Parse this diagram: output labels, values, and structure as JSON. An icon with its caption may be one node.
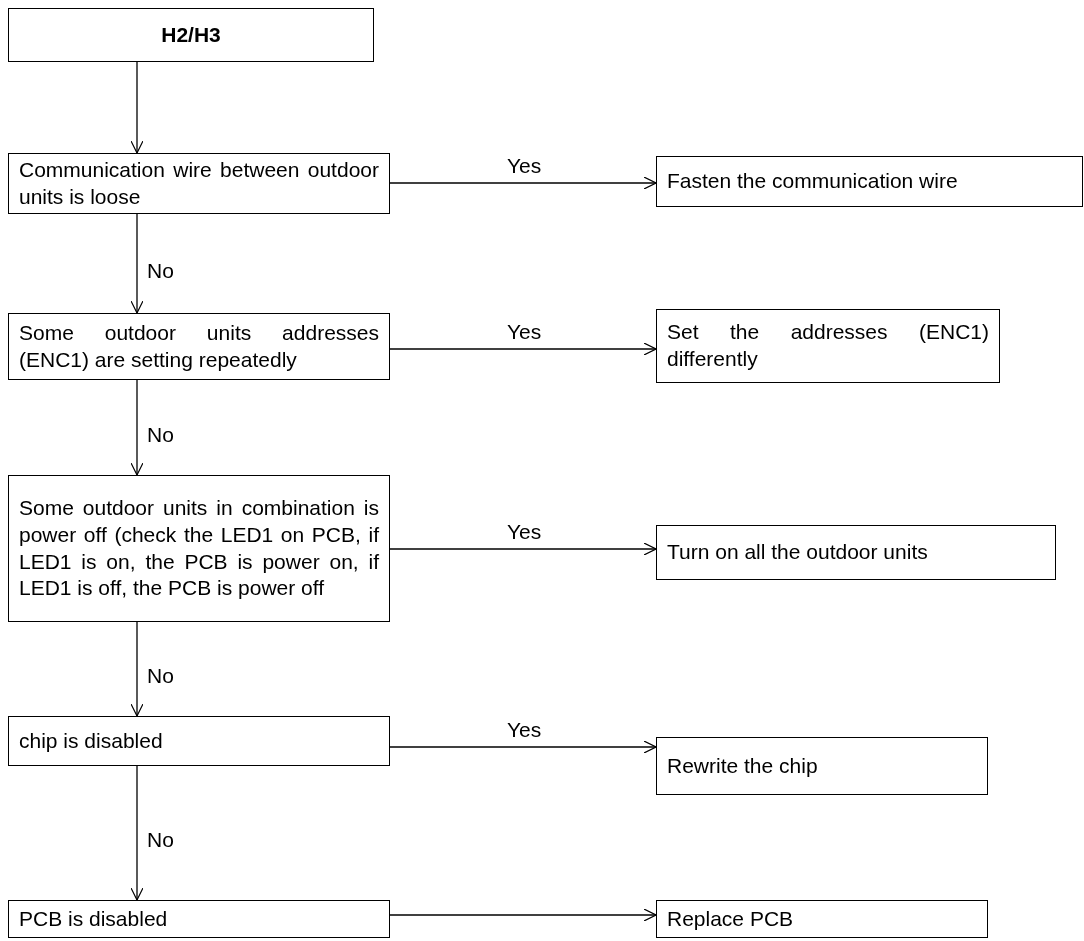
{
  "diagram": {
    "nodes": [
      {
        "text": [
          "H2/H3"
        ]
      },
      {
        "text": [
          "Communication wire between outdoor units is loose"
        ]
      },
      {
        "text": [
          "Fasten the communication wire"
        ]
      },
      {
        "text": [
          "Some outdoor units addresses (ENC1) are setting repeatedly"
        ]
      },
      {
        "text": [
          "Set the addresses (ENC1) differently"
        ]
      },
      {
        "text": [
          "Some outdoor units in combination is power off (check the LED1 on PCB, if LED1 is on, the PCB is power on, if LED1 is off, the PCB is power off"
        ]
      },
      {
        "text": [
          "Turn on all the outdoor units"
        ]
      },
      {
        "text": [
          "chip is disabled"
        ]
      },
      {
        "text": [
          "Rewrite the chip"
        ]
      },
      {
        "text": [
          "PCB is disabled"
        ]
      },
      {
        "text": [
          "Replace PCB"
        ]
      }
    ],
    "edges": [
      {
        "from": 0,
        "to": 1,
        "arrow": "to"
      },
      {
        "from": 1,
        "to": 2,
        "arrow": "to",
        "label": "Yes"
      },
      {
        "from": 1,
        "to": 3,
        "arrow": "to",
        "label": "No"
      },
      {
        "from": 3,
        "to": 4,
        "arrow": "to",
        "label": "Yes"
      },
      {
        "from": 3,
        "to": 5,
        "arrow": "to",
        "label": "No"
      },
      {
        "from": 5,
        "to": 6,
        "arrow": "to",
        "label": "Yes"
      },
      {
        "from": 5,
        "to": 7,
        "arrow": "to",
        "label": "No"
      },
      {
        "from": 7,
        "to": 8,
        "arrow": "to",
        "label": "Yes"
      },
      {
        "from": 7,
        "to": 9,
        "arrow": "to",
        "label": "No"
      },
      {
        "from": 9,
        "to": 10,
        "arrow": "to"
      }
    ]
  }
}
